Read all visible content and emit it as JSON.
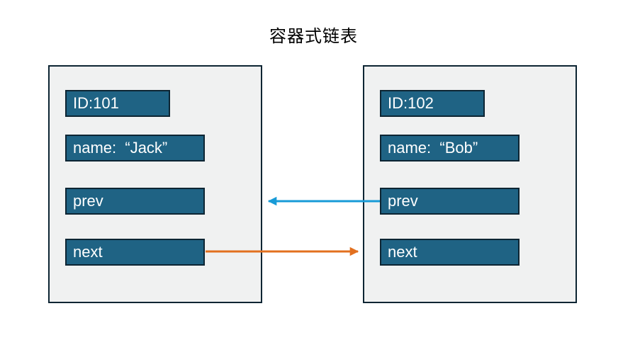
{
  "title": "容器式链表",
  "colors": {
    "page_bg": "#ffffff",
    "title_text": "#000000",
    "node_fill": "#f0f1f1",
    "node_border": "#0d2533",
    "field_fill": "#1f6384",
    "field_border": "#0d2533",
    "field_text": "#ffffff",
    "prev_arrow": "#189bd7",
    "next_arrow": "#e2701f"
  },
  "nodes": [
    {
      "id": "ID:101",
      "name": "name:  “Jack”",
      "prev": "prev",
      "next": "next"
    },
    {
      "id": "ID:102",
      "name": "name:  “Bob”",
      "prev": "prev",
      "next": "next"
    }
  ],
  "arrows": [
    {
      "name": "prev-pointer",
      "color": "#189bd7",
      "direction": "right-to-left",
      "from": "node ID:102 prev field",
      "to": "node ID:101"
    },
    {
      "name": "next-pointer",
      "color": "#e2701f",
      "direction": "left-to-right",
      "from": "node ID:101 next field",
      "to": "node ID:102"
    }
  ]
}
